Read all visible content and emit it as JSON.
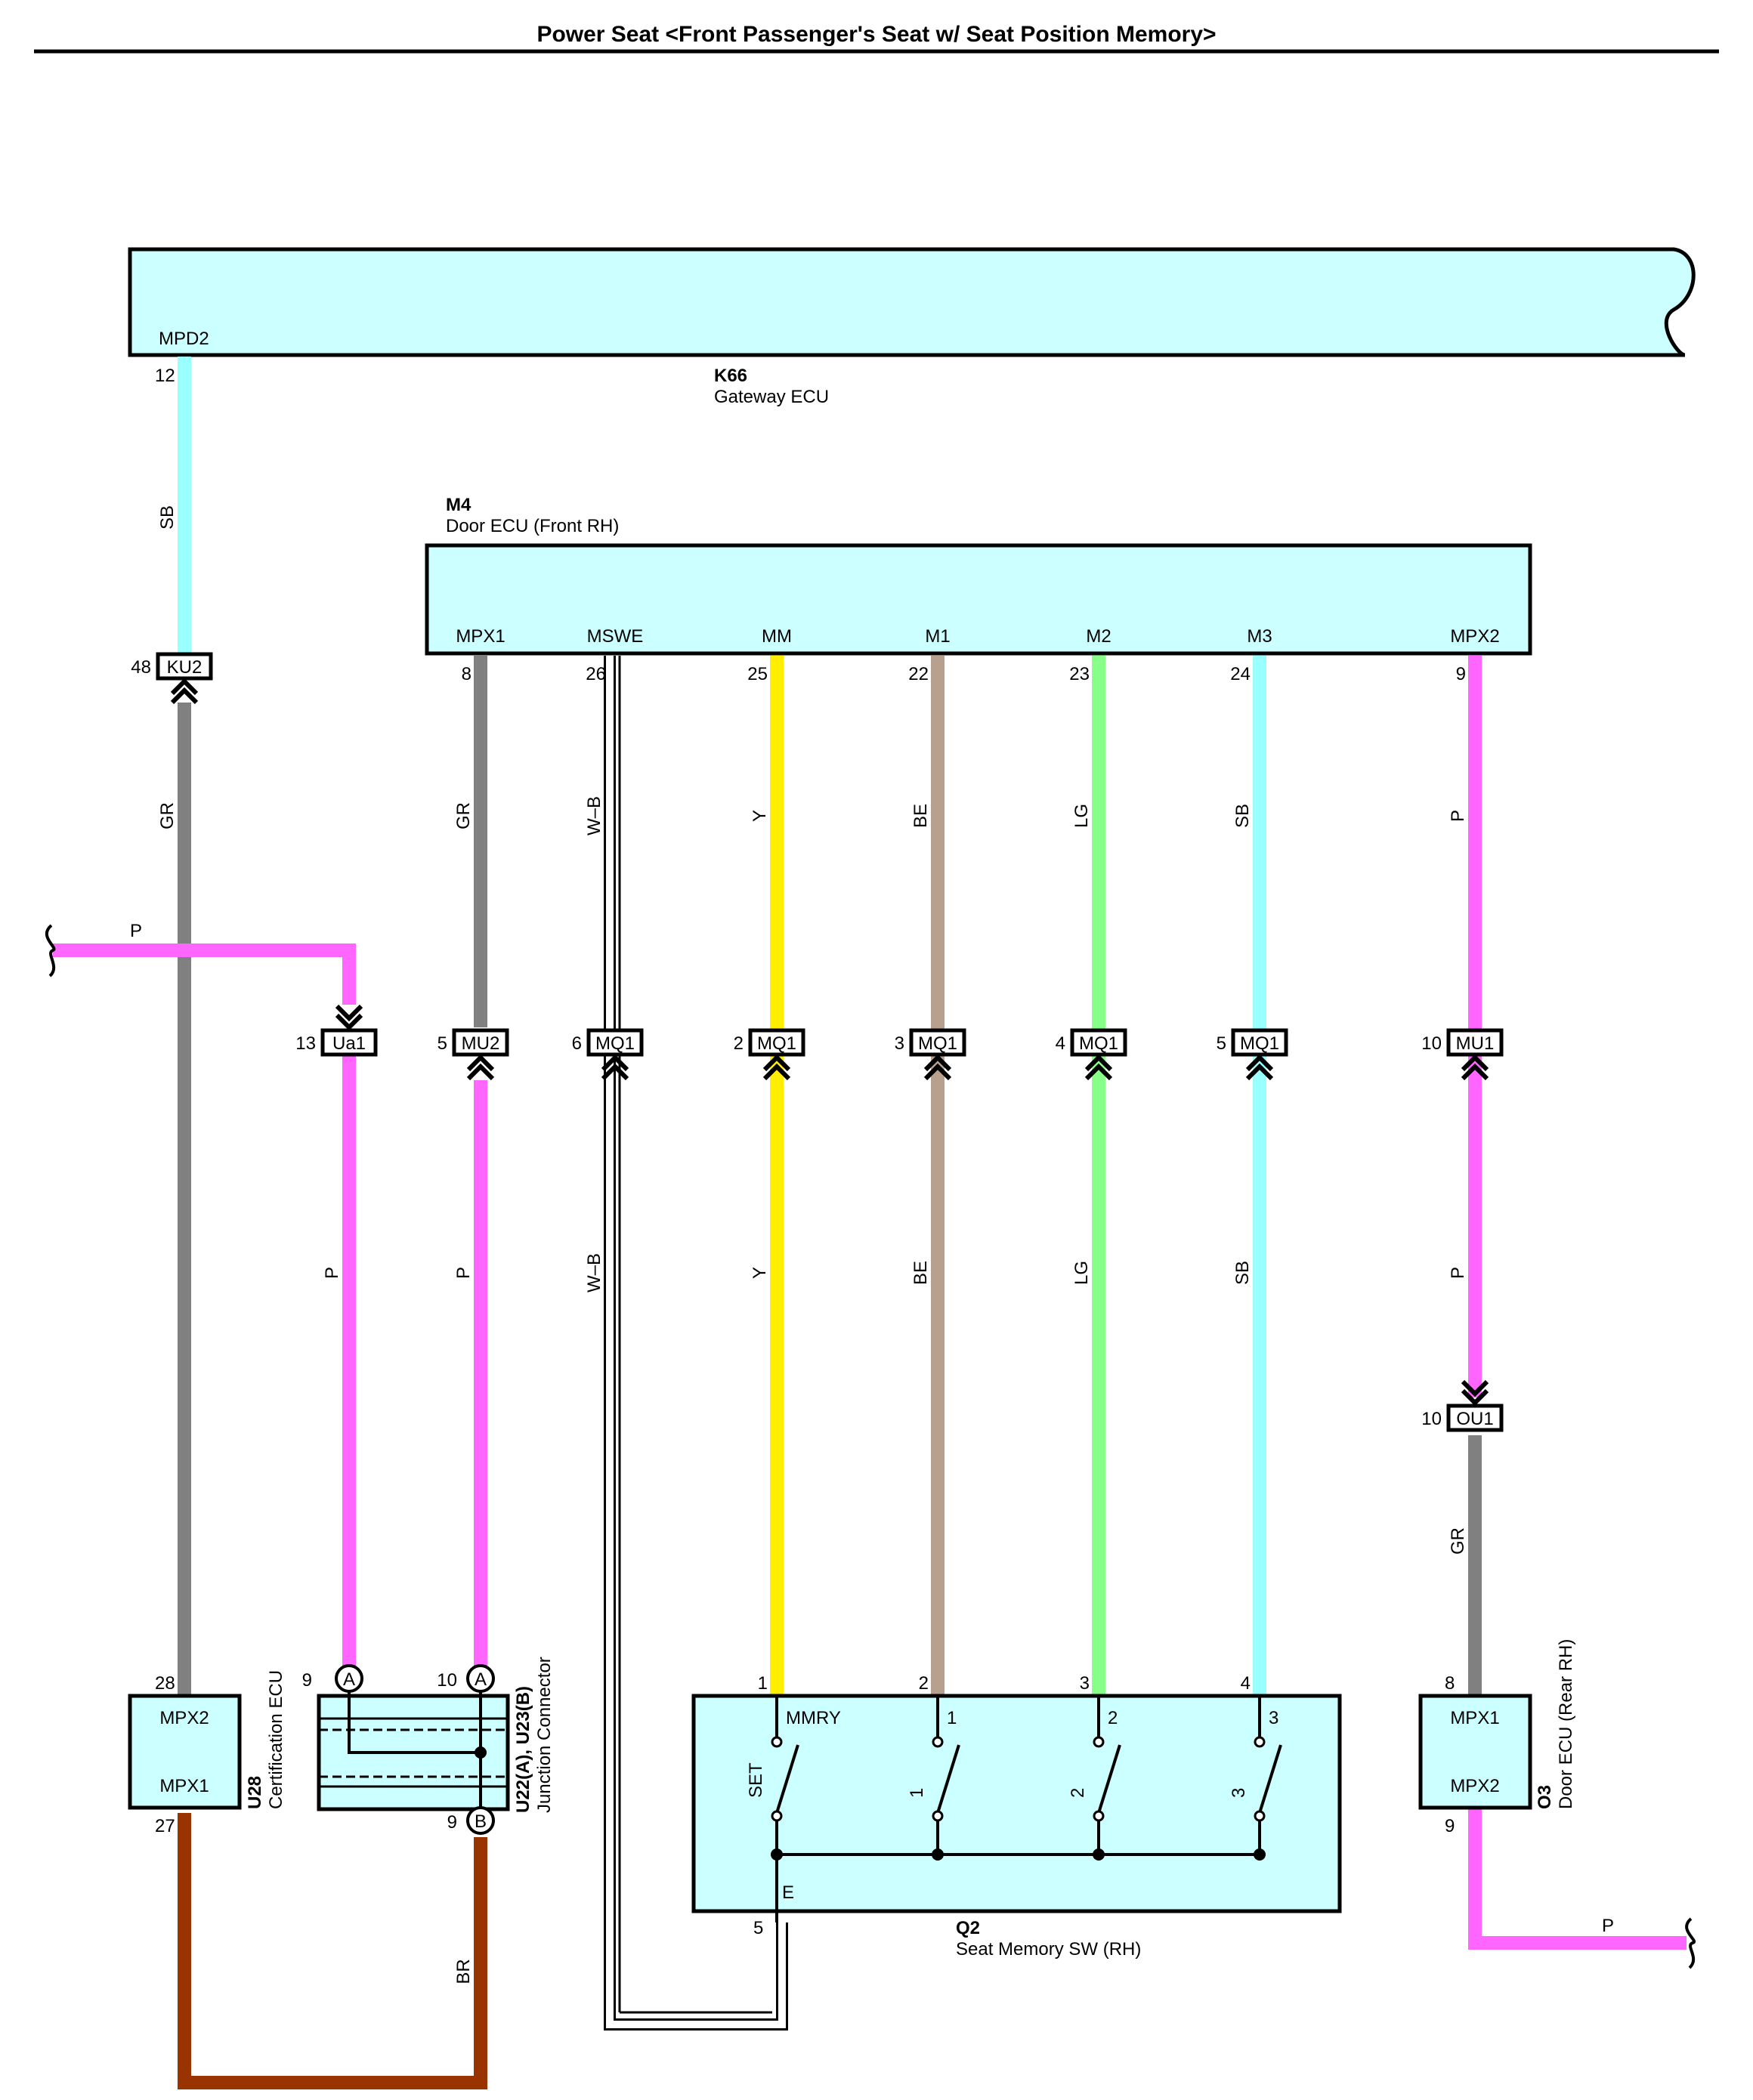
{
  "page": {
    "title": "Power Seat <Front Passenger's Seat w/ Seat Position Memory>"
  },
  "colors": {
    "fill": "#ccffff",
    "SB": "#99ffff",
    "GR": "#808080",
    "P": "#ff66ff",
    "Y": "#ffee00",
    "BE": "#b8a08f",
    "LG": "#88ff88",
    "BR": "#993300",
    "W-B": "#ffffff"
  },
  "components": {
    "k66": {
      "code": "K66",
      "name": "Gateway ECU",
      "terminal": "MPD2",
      "pin": "12"
    },
    "m4": {
      "code": "M4",
      "name": "Door ECU (Front RH)",
      "terminals": [
        {
          "label": "MPX1",
          "pin": "8"
        },
        {
          "label": "MSWE",
          "pin": "26"
        },
        {
          "label": "MM",
          "pin": "25"
        },
        {
          "label": "M1",
          "pin": "22"
        },
        {
          "label": "M2",
          "pin": "23"
        },
        {
          "label": "M3",
          "pin": "24"
        },
        {
          "label": "MPX2",
          "pin": "9"
        }
      ]
    },
    "u28": {
      "code": "U28",
      "name": "Certification ECU",
      "t_top": "MPX2",
      "t_bot": "MPX1",
      "pin_top": "28",
      "pin_bot": "27"
    },
    "u22": {
      "code": "U22(A), U23(B)",
      "name": "Junction Connector",
      "pin_a1": "9",
      "pin_a2": "10",
      "pin_b": "9",
      "mark_a": "A",
      "mark_b": "B"
    },
    "q2": {
      "code": "Q2",
      "name": "Seat Memory SW (RH)",
      "terminals": [
        "MMRY",
        "1",
        "2",
        "3"
      ],
      "switch_labels": [
        "SET",
        "1",
        "2",
        "3"
      ],
      "pins_top": [
        "1",
        "2",
        "3",
        "4"
      ],
      "ground_label": "E",
      "ground_pin": "5"
    },
    "o3": {
      "code": "O3",
      "name": "Door ECU (Rear RH)",
      "t_top": "MPX1",
      "t_bot": "MPX2",
      "pin_top": "8",
      "pin_bot": "9"
    }
  },
  "connectors": {
    "ku2": {
      "name": "KU2",
      "pin": "48"
    },
    "ua1": {
      "name": "Ua1",
      "pin": "13"
    },
    "mu2": {
      "name": "MU2",
      "pin": "5"
    },
    "mq1_a": {
      "name": "MQ1",
      "pin": "6"
    },
    "mq1_b": {
      "name": "MQ1",
      "pin": "2"
    },
    "mq1_c": {
      "name": "MQ1",
      "pin": "3"
    },
    "mq1_d": {
      "name": "MQ1",
      "pin": "4"
    },
    "mq1_e": {
      "name": "MQ1",
      "pin": "5"
    },
    "mu1": {
      "name": "MU1",
      "pin": "10"
    },
    "ou1": {
      "name": "OU1",
      "pin": "10"
    }
  },
  "wires": {
    "sb_top": "SB",
    "gr_left": "GR",
    "p_left": "P",
    "p_ua1": "P",
    "gr_m4": "GR",
    "p_mu2": "P",
    "wb_top": "W–B",
    "wb_bot": "W–B",
    "y_top": "Y",
    "y_bot": "Y",
    "be_top": "BE",
    "be_bot": "BE",
    "lg_top": "LG",
    "lg_bot": "LG",
    "sb_top2": "SB",
    "sb_bot2": "SB",
    "p_top": "P",
    "p_mid": "P",
    "gr_o3": "GR",
    "br": "BR",
    "p_right": "P"
  }
}
